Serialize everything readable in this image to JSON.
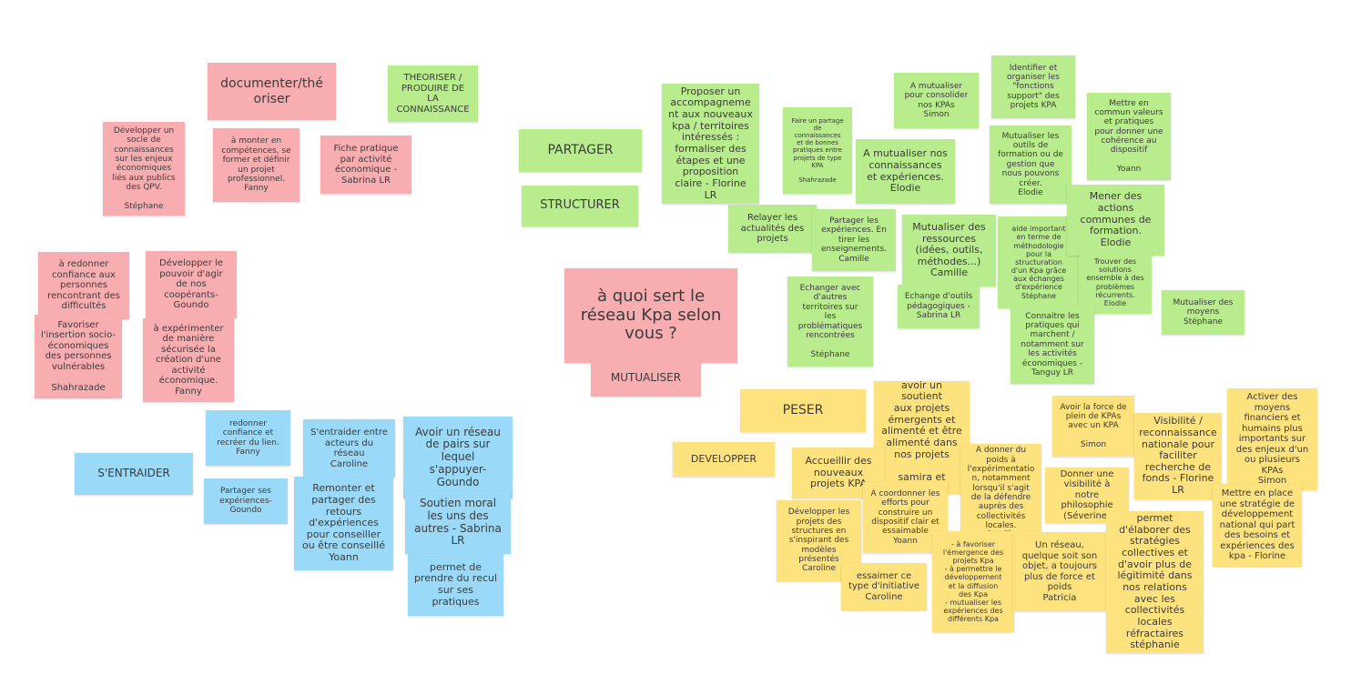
{
  "board": {
    "title": "à quoi sert le réseau Kpa selon vous ?",
    "pink": {
      "documenter": "documenter/thé\noriser",
      "theoriser": "THEORISER /\nPRODUIRE DE\nLA\nCONNAISSANCE",
      "socle": "Développer un\nsocle de\nconnaissances\nsur les enjeux\néconomiques\nliés aux publics\ndes QPV.\n\nStéphane",
      "competences": "à monter en\ncompétences, se\nformer et définir\nun projet\nprofessionnel.\nFanny",
      "fiche": "Fiche pratique\npar activité\néconomique -\nSabrina LR",
      "redonner": "à redonner\nconfiance aux\npersonnes\nrencontrant des\ndifficultés",
      "pouvoir": "Développer le\npouvoir d'agir\nde nos\ncoopérants-\nGoundo",
      "insertion": "Favoriser\nl'insertion socio-\néconomiques\ndes personnes\nvulnérables\n\nShahrazade",
      "experimenter": "à expérimenter\nde manière\nsécurisée la\ncréation d'une\nactivité\néconomique.\nFanny",
      "mutualiser": "MUTUALISER"
    },
    "green": {
      "partager": "PARTAGER",
      "structurer": "STRUCTURER",
      "proposer": "Proposer un\naccompagneme\nnt aux nouveaux\nkpa / territoires\nintéressés :\nformaliser des\nétapes et une\nproposition\nclaire - Florine\nLR",
      "faire_partage": "Faire un partage\nde\nconnaissances\net de bonnes\npratiques entre\nprojets de type\nKPA\n\nShahrazade",
      "consolider": "A mutualiser\npour consolider\nnos KPAs\nSimon",
      "identifier": "Identifier et\norganiser les\n\"fonctions\nsupport\" des\nprojets KPA",
      "valeurs": "Mettre en\ncommun valeurs\net pratiques\npour donner une\ncohérence au\ndispositif\n\nYoann",
      "connaissances": "A mutualiser nos\nconnaissances\net expériences.\nElodie",
      "outils": "Mutualiser les\noutils de\nformation ou de\ngestion que\nnous pouvons\ncréer.\nElodie",
      "relayer": "Relayer les\nactualités des\nprojets",
      "partager_exp": "Partager les\nexpériences. En\ntirer les\nenseignements.\nCamille",
      "ressources": "Mutualiser des\nressources\n(idées, outils,\nméthodes...)\nCamille",
      "aide": "aide important\nen terme de\nméthodologie\npour la\nstructuration\nd'un Kpa grâce\naux échanges\nd'expérience\nStéphane",
      "formation": "Mener des\nactions\ncommunes de\nformation.\nElodie",
      "solutions": "Trouver des\nsolutions\nensemble à des\nproblèmes\nrécurrents.\nElodie",
      "echanger": "Echanger avec\nd'autres\nterritoires sur\nles\nproblématiques\nrencontrées\n\nStéphane",
      "echange_outils": "Echange d'outils\npédagogiques -\nSabrina LR",
      "moyens": "Mutualiser des\nmoyens\nStéphane",
      "connaitre": "Connaitre les\npratiques qui\nmarchent /\nnotamment sur\nles activités\néconomiques -\nTanguy LR"
    },
    "blue": {
      "sentraider": "S'ENTRAIDER",
      "redonner_lien": "redonner\nconfiance et\nrecréer du lien.\nFanny",
      "sentraider_acteurs": "S'entraider entre\nacteurs du\nréseau\nCaroline",
      "pairs": "Avoir un réseau\nde pairs sur\nlequel\ns'appuyer-\nGoundo",
      "partager_exp": "Partager ses\nexpériences-\nGoundo",
      "remonter": "Remonter et\npartager des\nretours\nd'expériences\npour conseiller\nou être conseillé\nYoann",
      "soutien": "Soutien moral\nles uns des\nautres - Sabrina\nLR",
      "recul": "permet de\nprendre du recul\nsur ses\npratiques"
    },
    "yellow": {
      "peser": "PESER",
      "developper": "DEVELOPPER",
      "soutien_projets": "avoir un soutient\naux projets\némergents et\nalimenté et être\nalimenté dans\nnos projets\n\nsamira et\nmichelle",
      "force": "Avoir la force de\nplein de KPAs\navec un KPA\n\nSimon",
      "visibilite": "Visibilité /\nreconnaissance\nnationale pour\nfaciliter\nrecherche de\nfonds - Florine\nLR",
      "activer": "Activer des\nmoyens\nfinanciers et\nhumains plus\nimportants sur\ndes enjeux d'un\nou plusieurs\nKPAs\nSimon",
      "accueillir": "Accueillir des\nnouveaux\nprojets KPA",
      "poids": "A donner du\npoids à\nl'expérimentatio\nn, notamment\nlorsqu'il s'agit\nde la défendre\nauprès des\ncollectivités\nlocales.\nCamille",
      "philosophie": "Donner une\nvisibilité à notre\nphilosophie\n(Séverine)",
      "strategie": "Mettre en place\nune stratégie de\ndéveloppement\nnational qui part\ndes besoins et\nexpériences des\nkpa - Florine",
      "modeles": "Développer les\nprojets des\nstructures en\ns'inspirant des\nmodèles\nprésentés\nCaroline",
      "coordonner": "A coordonner les\nefforts pour\nconstruire un\ndispositif clair et\nessaimable\nYoann",
      "favoriser": "- à favoriser\nl'émergence des\nprojets Kpa\n- à permettre le\ndéveloppement\net la diffusion\ndes Kpa\n- mutualiser les\nexpériences des\ndifférents Kpa",
      "reseau": "Un réseau,\nquelque soit son\nobjet, a toujours\nplus de force et\npoids\nPatricia",
      "elaborer": "permet\nd'élaborer des\nstratégies\ncollectives et\nd'avoir plus de\nlégitimité dans\nnos relations\navec les\ncollectivités\nlocales\nréfractaires\nstéphanie",
      "essaimer": "essaimer ce\ntype d'initiative\nCaroline"
    }
  }
}
